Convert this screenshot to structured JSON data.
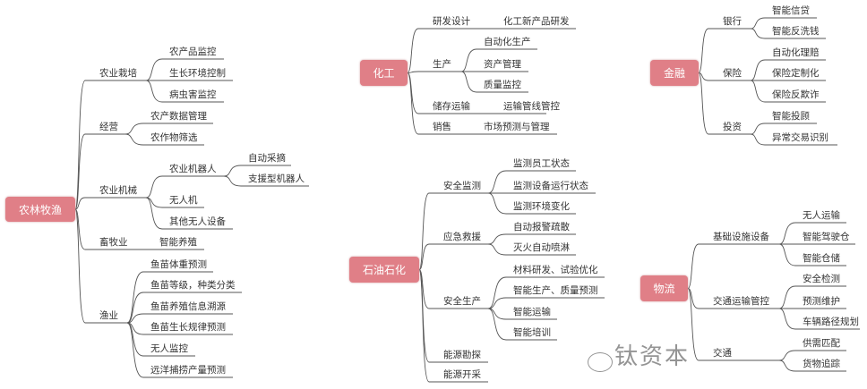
{
  "maps": [
    {
      "root": "农林牧渔",
      "children": [
        {
          "label": "农业栽培",
          "children": [
            {
              "label": "农产品监控"
            },
            {
              "label": "生长环境控制"
            },
            {
              "label": "病虫害监控"
            }
          ]
        },
        {
          "label": "经营",
          "children": [
            {
              "label": "农产数据管理"
            },
            {
              "label": "农作物筛选"
            }
          ]
        },
        {
          "label": "农业机械",
          "children": [
            {
              "label": "农业机器人",
              "children": [
                {
                  "label": "自动采摘"
                },
                {
                  "label": "支援型机器人"
                }
              ]
            },
            {
              "label": "无人机"
            },
            {
              "label": "其他无人设备"
            }
          ]
        },
        {
          "label": "畜牧业",
          "inline": "智能养殖"
        },
        {
          "label": "渔业",
          "children": [
            {
              "label": "鱼苗体重预测"
            },
            {
              "label": "鱼苗等级，种类分类"
            },
            {
              "label": "鱼苗养殖信息溯源"
            },
            {
              "label": "鱼苗生长规律预测"
            },
            {
              "label": "无人监控"
            },
            {
              "label": "远洋捕捞产量预测"
            }
          ]
        }
      ]
    },
    {
      "root": "化工",
      "children": [
        {
          "label": "研发设计",
          "inline": "化工新产品研发"
        },
        {
          "label": "生产",
          "children": [
            {
              "label": "自动化生产"
            },
            {
              "label": "资产管理"
            },
            {
              "label": "质量监控"
            }
          ]
        },
        {
          "label": "储存运输",
          "inline": "运输管线管控"
        },
        {
          "label": "销售",
          "inline": "市场预测与管理"
        }
      ]
    },
    {
      "root": "石油石化",
      "children": [
        {
          "label": "安全监测",
          "children": [
            {
              "label": "监测员工状态"
            },
            {
              "label": "监测设备运行状态"
            },
            {
              "label": "监测环境变化"
            }
          ]
        },
        {
          "label": "应急救援",
          "children": [
            {
              "label": "自动报警疏散"
            },
            {
              "label": "灭火自动喷淋"
            }
          ]
        },
        {
          "label": "安全生产",
          "children": [
            {
              "label": "材料研发、试验优化"
            },
            {
              "label": "智能生产、质量预测"
            },
            {
              "label": "智能运输"
            },
            {
              "label": "智能培训"
            }
          ]
        },
        {
          "label": "能源勘探"
        },
        {
          "label": "能源开采"
        }
      ]
    },
    {
      "root": "金融",
      "children": [
        {
          "label": "银行",
          "children": [
            {
              "label": "智能信贷"
            },
            {
              "label": "智能反洗钱"
            }
          ]
        },
        {
          "label": "保险",
          "children": [
            {
              "label": "自动化理赔"
            },
            {
              "label": "保险定制化"
            },
            {
              "label": "保险反欺诈"
            }
          ]
        },
        {
          "label": "投资",
          "children": [
            {
              "label": "智能投顾"
            },
            {
              "label": "异常交易识别"
            }
          ]
        }
      ]
    },
    {
      "root": "物流",
      "children": [
        {
          "label": "基础设施设备",
          "children": [
            {
              "label": "无人运输"
            },
            {
              "label": "智能驾驶仓"
            },
            {
              "label": "智能仓储"
            }
          ]
        },
        {
          "label": "交通运输管控",
          "children": [
            {
              "label": "安全检测"
            },
            {
              "label": "预测维护"
            },
            {
              "label": "车辆路径规划"
            }
          ]
        },
        {
          "label": "交通",
          "children": [
            {
              "label": "供需匹配"
            },
            {
              "label": "货物追踪"
            }
          ]
        }
      ]
    }
  ],
  "watermark": "钛资本",
  "colors": {
    "root_fill": "#e07f87",
    "line": "#555555",
    "text": "#333333"
  }
}
